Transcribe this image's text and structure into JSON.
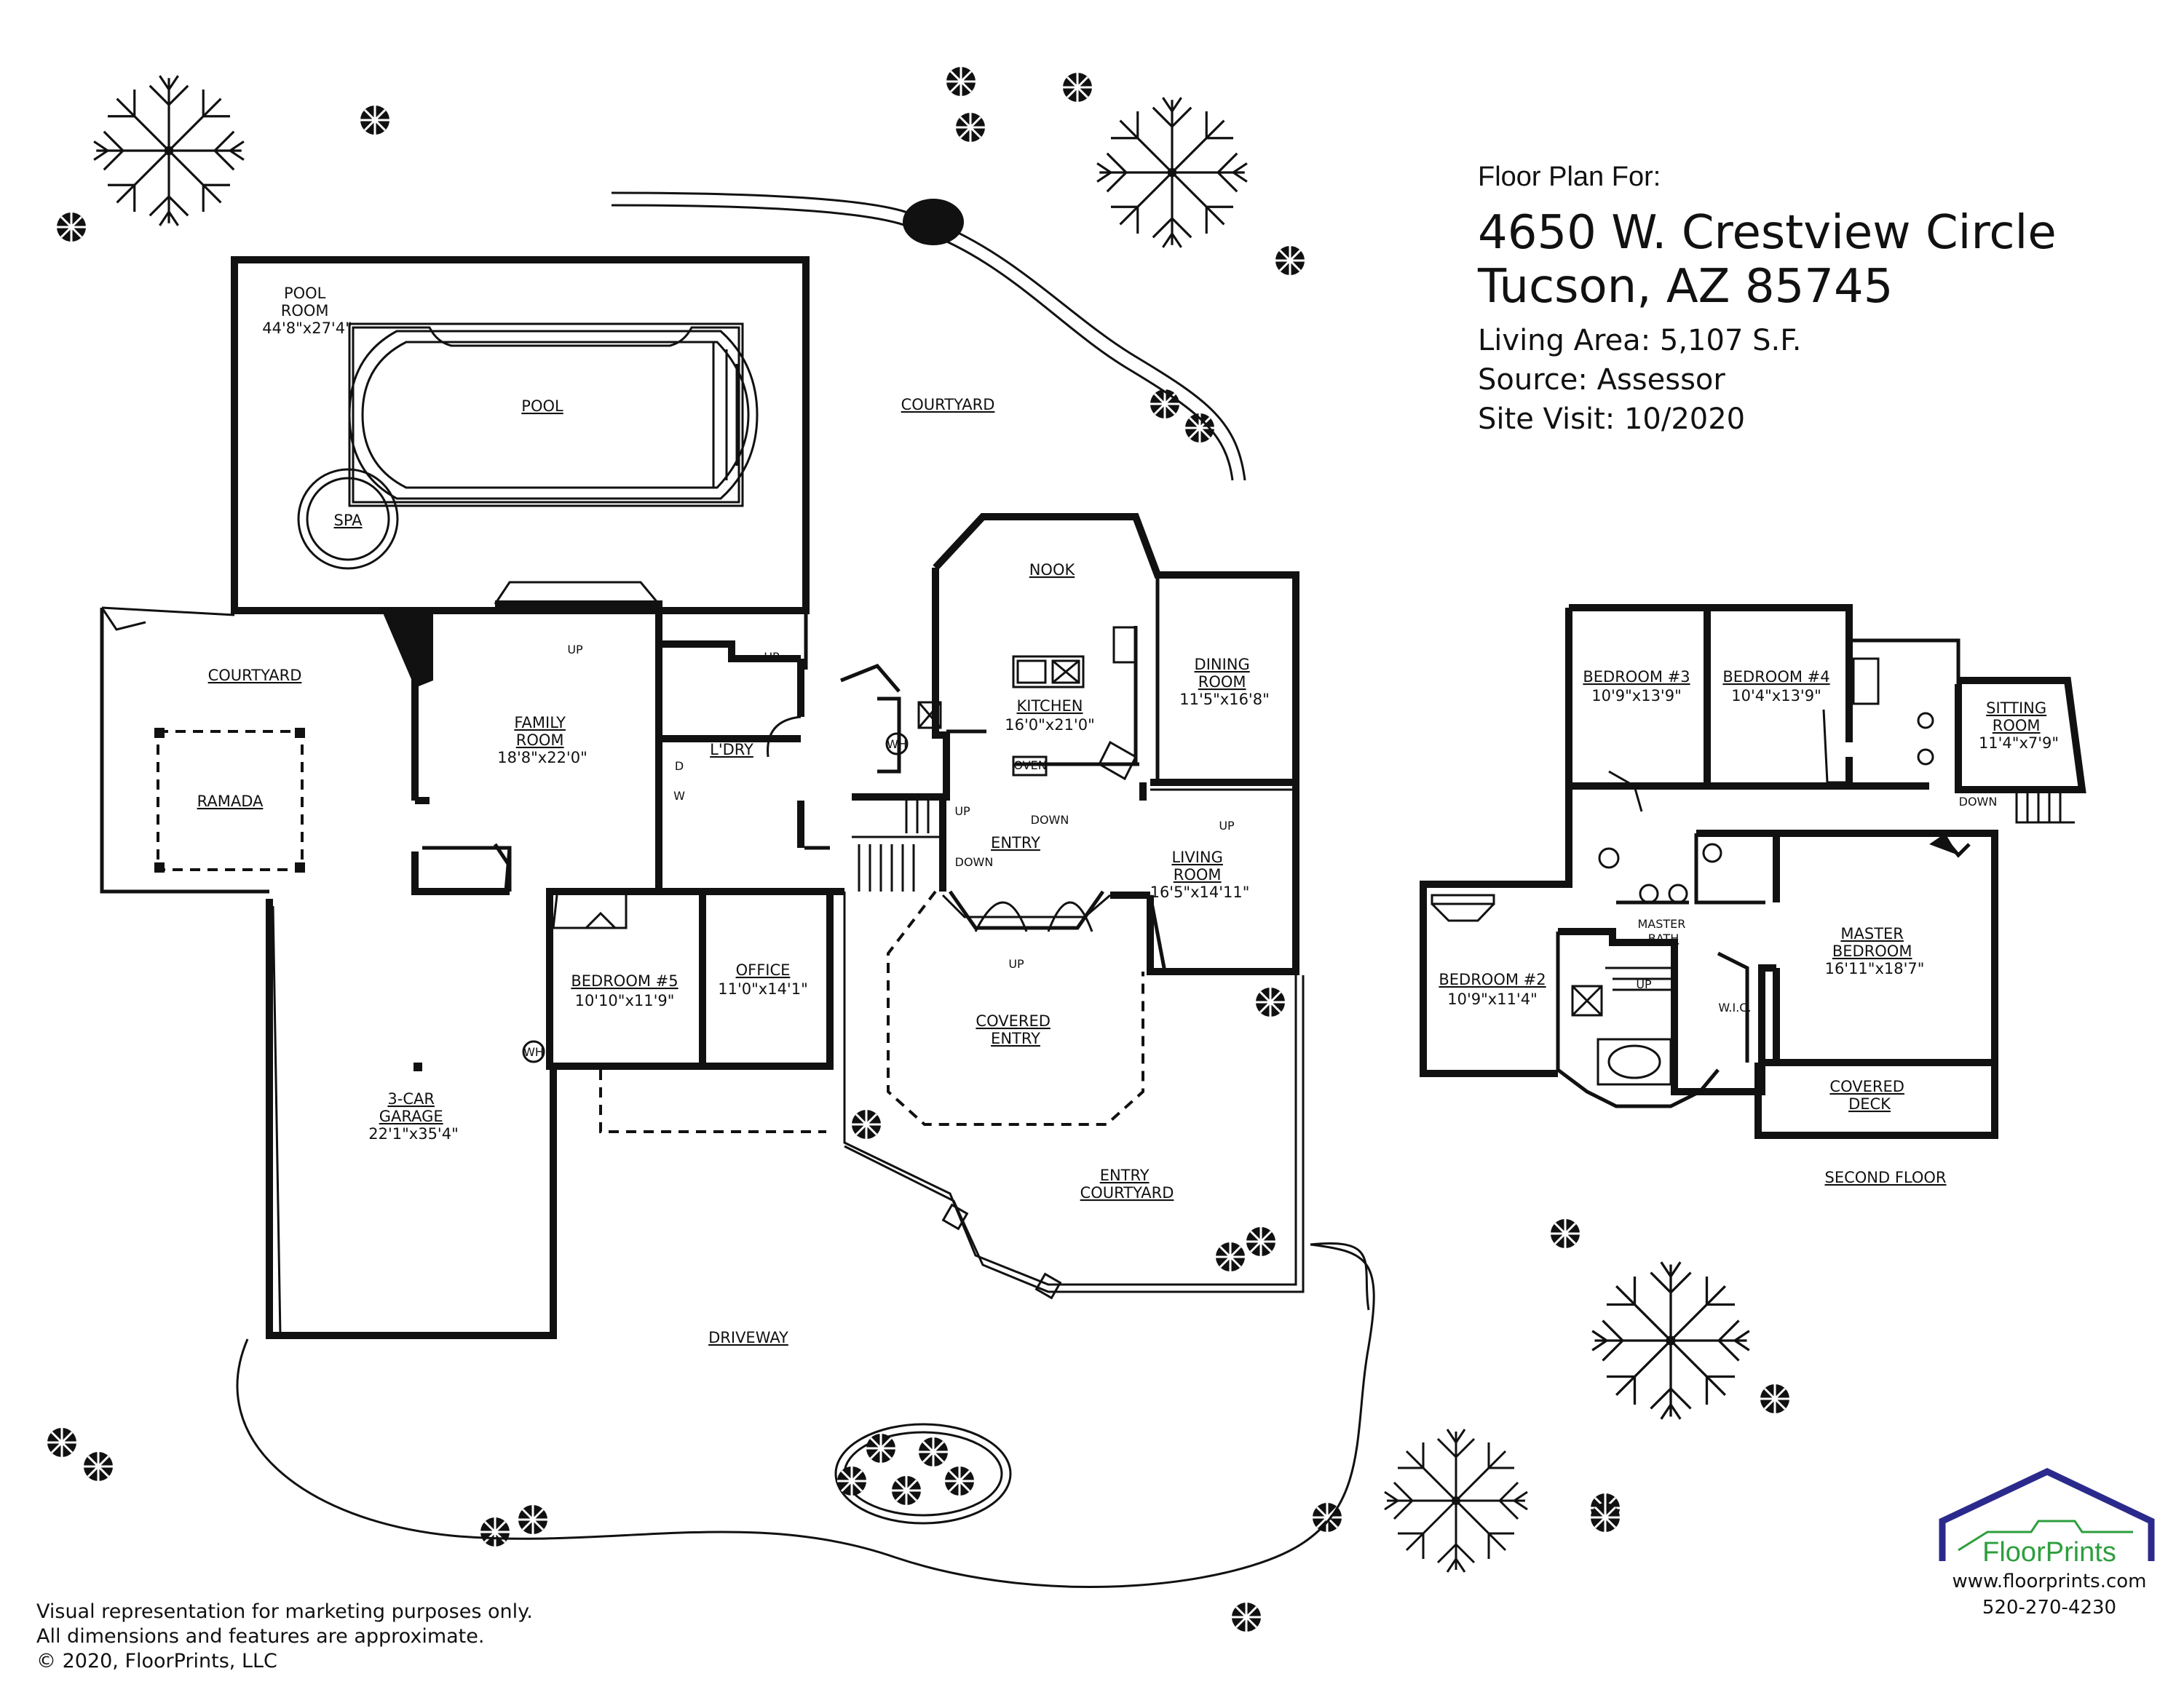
{
  "title": {
    "prefix": "Floor Plan For:",
    "address_line1": "4650 W. Crestview Circle",
    "address_line2": "Tucson, AZ  85745",
    "living_area": "Living Area:  5,107 S.F.",
    "source": "Source:  Assessor",
    "site_visit": "Site Visit:  10/2020"
  },
  "first_floor": {
    "pool_room": {
      "name": "POOL\nROOM",
      "dims": "44'8\"x27'4\""
    },
    "pool": "POOL",
    "spa": "SPA",
    "courtyard_north": "COURTYARD",
    "courtyard_west": "COURTYARD",
    "ramada": "RAMADA",
    "family_room": {
      "name": "FAMILY\nROOM",
      "dims": "18'8\"x22'0\""
    },
    "laundry": "L'DRY",
    "washer": "W",
    "dryer": "D",
    "kitchen": {
      "name": "KITCHEN",
      "dims": "16'0\"x21'0\""
    },
    "oven": "OVEN",
    "nook": "NOOK",
    "dining_room": {
      "name": "DINING\nROOM",
      "dims": "11'5\"x16'8\""
    },
    "living_room": {
      "name": "LIVING\nROOM",
      "dims": "16'5\"x14'11\""
    },
    "entry": "ENTRY",
    "covered_entry": "COVERED\nENTRY",
    "entry_courtyard": "ENTRY\nCOURTYARD",
    "bedroom5": {
      "name": "BEDROOM #5",
      "dims": "10'10\"x11'9\""
    },
    "office": {
      "name": "OFFICE",
      "dims": "11'0\"x14'1\""
    },
    "garage": {
      "name": "3-CAR\nGARAGE",
      "dims": "22'1\"x35'4\""
    },
    "driveway": "DRIVEWAY",
    "wh": "WH",
    "up": "UP",
    "down": "DOWN"
  },
  "second_floor": {
    "label": "SECOND FLOOR",
    "bedroom3": {
      "name": "BEDROOM #3",
      "dims": "10'9\"x13'9\""
    },
    "bedroom4": {
      "name": "BEDROOM #4",
      "dims": "10'4\"x13'9\""
    },
    "sitting_room": {
      "name": "SITTING\nROOM",
      "dims": "11'4\"x7'9\""
    },
    "bedroom2": {
      "name": "BEDROOM #2",
      "dims": "10'9\"x11'4\""
    },
    "master_bath": "MASTER\nBATH",
    "master_bedroom": {
      "name": "MASTER\nBEDROOM",
      "dims": "16'11\"x18'7\""
    },
    "wic": "W.I.C.",
    "covered_deck": "COVERED\nDECK",
    "up": "UP",
    "down": "DOWN"
  },
  "disclaimer": {
    "line1": "Visual representation for marketing purposes only.",
    "line2": "All dimensions and features are approximate.",
    "line3": "© 2020, FloorPrints, LLC"
  },
  "brand": {
    "name": "FloorPrints",
    "website": "www.floorprints.com",
    "phone": "520-270-4230",
    "logo_color": "#2b2a8c",
    "accent_color": "#2e9e3e"
  }
}
